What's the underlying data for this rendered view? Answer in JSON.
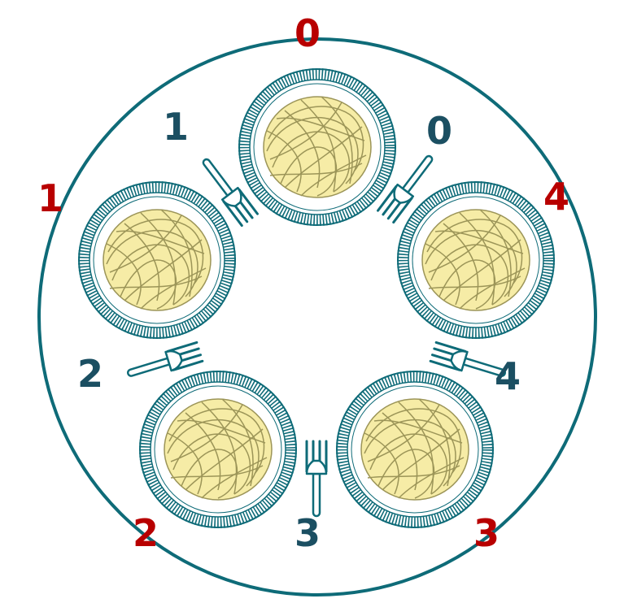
{
  "colors": {
    "table": "#0e6b78",
    "plate": "#0e6b78",
    "fork": "#0e6b78",
    "fork_label": "#1b4f62",
    "philosopher_label": "#b80000",
    "pasta": "#f6eca6",
    "pasta_line": "#9c9558"
  },
  "philosophers": [
    {
      "label": "0",
      "icon": "spaghetti-plate"
    },
    {
      "label": "1",
      "icon": "spaghetti-plate"
    },
    {
      "label": "2",
      "icon": "spaghetti-plate"
    },
    {
      "label": "3",
      "icon": "spaghetti-plate"
    },
    {
      "label": "4",
      "icon": "spaghetti-plate"
    }
  ],
  "forks": [
    {
      "label": "0",
      "icon": "fork"
    },
    {
      "label": "1",
      "icon": "fork"
    },
    {
      "label": "2",
      "icon": "fork"
    },
    {
      "label": "3",
      "icon": "fork"
    },
    {
      "label": "4",
      "icon": "fork"
    }
  ]
}
